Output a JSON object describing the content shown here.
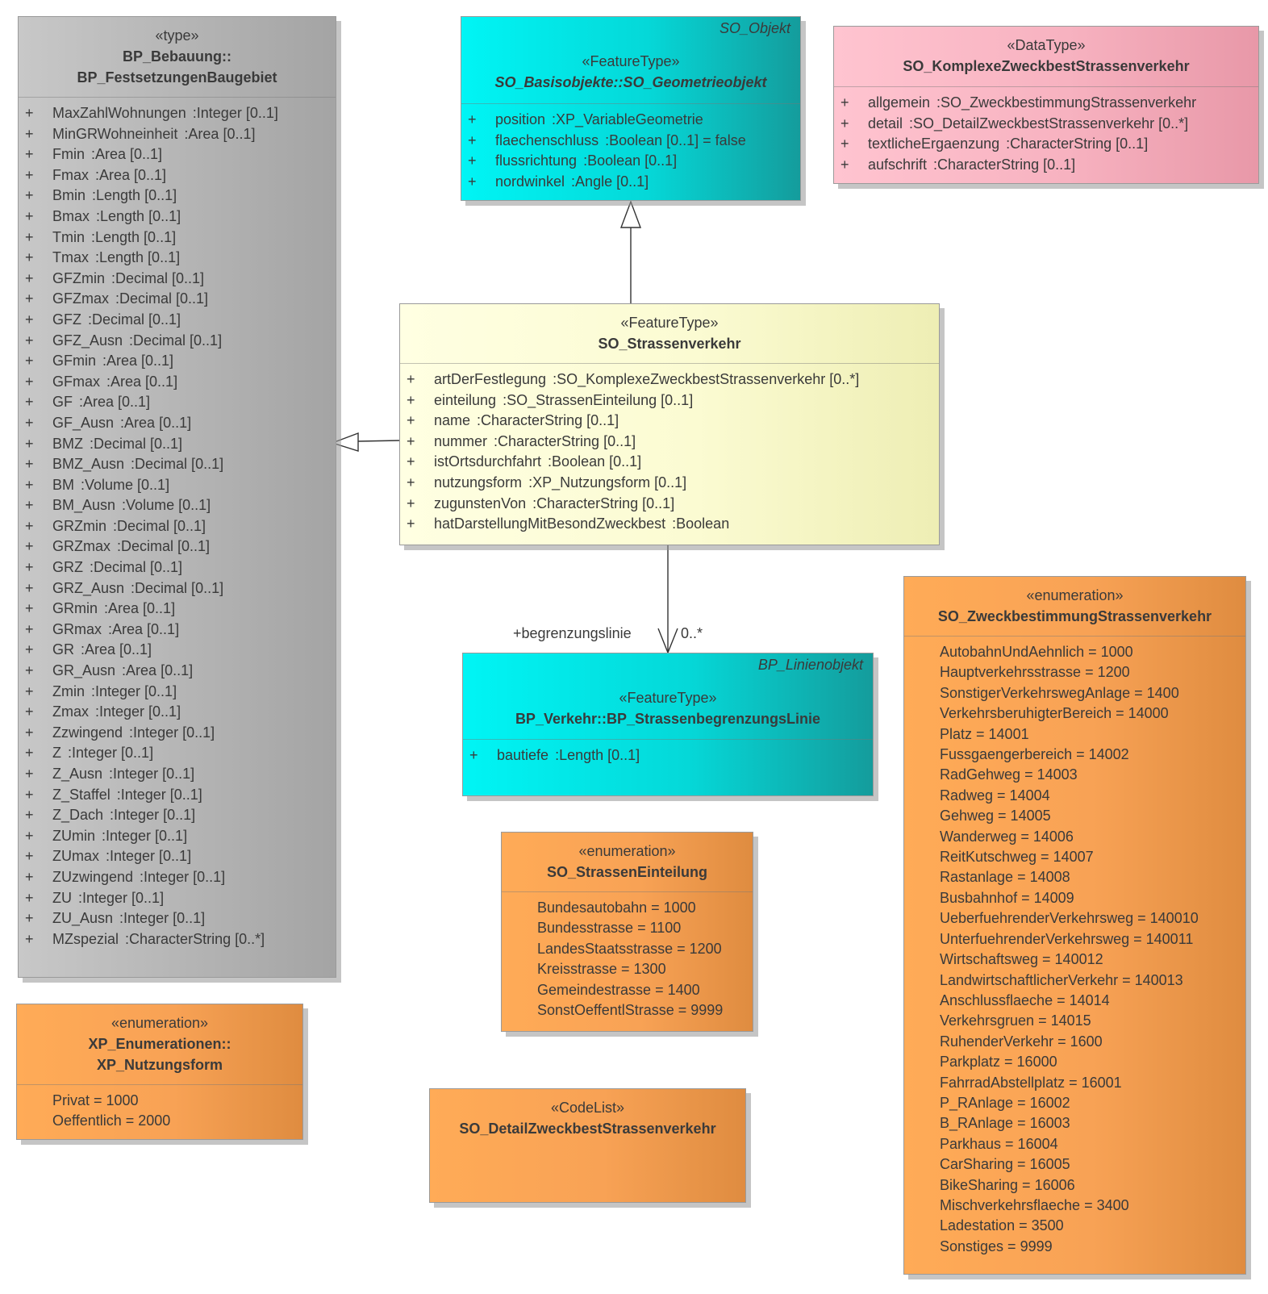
{
  "classes": {
    "bp_festsetzungen": {
      "stereotype": "«type»",
      "name_line1": "BP_Bebauung::",
      "name_line2": "BP_FestsetzungenBaugebiet",
      "attributes": [
        {
          "vis": "+",
          "name": "MaxZahlWohnungen",
          "type": ":Integer [0..1]"
        },
        {
          "vis": "+",
          "name": "MinGRWohneinheit",
          "type": ":Area [0..1]"
        },
        {
          "vis": "+",
          "name": "Fmin",
          "type": ":Area [0..1]"
        },
        {
          "vis": "+",
          "name": "Fmax",
          "type": ":Area [0..1]"
        },
        {
          "vis": "+",
          "name": "Bmin",
          "type": ":Length [0..1]"
        },
        {
          "vis": "+",
          "name": "Bmax",
          "type": ":Length [0..1]"
        },
        {
          "vis": "+",
          "name": "Tmin",
          "type": ":Length [0..1]"
        },
        {
          "vis": "+",
          "name": "Tmax",
          "type": ":Length [0..1]"
        },
        {
          "vis": "+",
          "name": "GFZmin",
          "type": ":Decimal [0..1]"
        },
        {
          "vis": "+",
          "name": "GFZmax",
          "type": ":Decimal [0..1]"
        },
        {
          "vis": "+",
          "name": "GFZ",
          "type": ":Decimal [0..1]"
        },
        {
          "vis": "+",
          "name": "GFZ_Ausn",
          "type": ":Decimal [0..1]"
        },
        {
          "vis": "+",
          "name": "GFmin",
          "type": ":Area [0..1]"
        },
        {
          "vis": "+",
          "name": "GFmax",
          "type": ":Area [0..1]"
        },
        {
          "vis": "+",
          "name": "GF",
          "type": ":Area [0..1]"
        },
        {
          "vis": "+",
          "name": "GF_Ausn",
          "type": ":Area [0..1]"
        },
        {
          "vis": "+",
          "name": "BMZ",
          "type": ":Decimal [0..1]"
        },
        {
          "vis": "+",
          "name": "BMZ_Ausn",
          "type": ":Decimal [0..1]"
        },
        {
          "vis": "+",
          "name": "BM",
          "type": ":Volume [0..1]"
        },
        {
          "vis": "+",
          "name": "BM_Ausn",
          "type": ":Volume [0..1]"
        },
        {
          "vis": "+",
          "name": "GRZmin",
          "type": ":Decimal [0..1]"
        },
        {
          "vis": "+",
          "name": "GRZmax",
          "type": ":Decimal [0..1]"
        },
        {
          "vis": "+",
          "name": "GRZ",
          "type": ":Decimal [0..1]"
        },
        {
          "vis": "+",
          "name": "GRZ_Ausn",
          "type": ":Decimal [0..1]"
        },
        {
          "vis": "+",
          "name": "GRmin",
          "type": ":Area [0..1]"
        },
        {
          "vis": "+",
          "name": "GRmax",
          "type": ":Area [0..1]"
        },
        {
          "vis": "+",
          "name": "GR",
          "type": ":Area [0..1]"
        },
        {
          "vis": "+",
          "name": "GR_Ausn",
          "type": ":Area [0..1]"
        },
        {
          "vis": "+",
          "name": "Zmin",
          "type": ":Integer [0..1]"
        },
        {
          "vis": "+",
          "name": "Zmax",
          "type": ":Integer [0..1]"
        },
        {
          "vis": "+",
          "name": "Zzwingend",
          "type": ":Integer [0..1]"
        },
        {
          "vis": "+",
          "name": "Z",
          "type": ":Integer [0..1]"
        },
        {
          "vis": "+",
          "name": "Z_Ausn",
          "type": ":Integer [0..1]"
        },
        {
          "vis": "+",
          "name": "Z_Staffel",
          "type": ":Integer [0..1]"
        },
        {
          "vis": "+",
          "name": "Z_Dach",
          "type": ":Integer [0..1]"
        },
        {
          "vis": "+",
          "name": "ZUmin",
          "type": ":Integer [0..1]"
        },
        {
          "vis": "+",
          "name": "ZUmax",
          "type": ":Integer [0..1]"
        },
        {
          "vis": "+",
          "name": "ZUzwingend",
          "type": ":Integer [0..1]"
        },
        {
          "vis": "+",
          "name": "ZU",
          "type": ":Integer [0..1]"
        },
        {
          "vis": "+",
          "name": "ZU_Ausn",
          "type": ":Integer [0..1]"
        },
        {
          "vis": "+",
          "name": "MZspezial",
          "type": ":CharacterString [0..*]"
        }
      ]
    },
    "so_geometrieobjekt": {
      "package": "SO_Objekt",
      "stereotype": "«FeatureType»",
      "name": "SO_Basisobjekte::SO_Geometrieobjekt",
      "attributes": [
        {
          "vis": "+",
          "name": "position",
          "type": ":XP_VariableGeometrie"
        },
        {
          "vis": "+",
          "name": "flaechenschluss",
          "type": ":Boolean [0..1] = false"
        },
        {
          "vis": "+",
          "name": "flussrichtung",
          "type": ":Boolean [0..1]"
        },
        {
          "vis": "+",
          "name": "nordwinkel",
          "type": ":Angle [0..1]"
        }
      ]
    },
    "so_komplexe": {
      "stereotype": "«DataType»",
      "name": "SO_KomplexeZweckbestStrassenverkehr",
      "attributes": [
        {
          "vis": "+",
          "name": "allgemein",
          "type": ":SO_ZweckbestimmungStrassenverkehr"
        },
        {
          "vis": "+",
          "name": "detail",
          "type": ":SO_DetailZweckbestStrassenverkehr [0..*]"
        },
        {
          "vis": "+",
          "name": "textlicheErgaenzung",
          "type": ":CharacterString [0..1]"
        },
        {
          "vis": "+",
          "name": "aufschrift",
          "type": ":CharacterString [0..1]"
        }
      ]
    },
    "so_strassenverkehr": {
      "stereotype": "«FeatureType»",
      "name": "SO_Strassenverkehr",
      "attributes": [
        {
          "vis": "+",
          "name": "artDerFestlegung",
          "type": ":SO_KomplexeZweckbestStrassenverkehr [0..*]"
        },
        {
          "vis": "+",
          "name": "einteilung",
          "type": ":SO_StrassenEinteilung [0..1]"
        },
        {
          "vis": "+",
          "name": "name",
          "type": ":CharacterString [0..1]"
        },
        {
          "vis": "+",
          "name": "nummer",
          "type": ":CharacterString [0..1]"
        },
        {
          "vis": "+",
          "name": "istOrtsdurchfahrt",
          "type": ":Boolean [0..1]"
        },
        {
          "vis": "+",
          "name": "nutzungsform",
          "type": ":XP_Nutzungsform [0..1]"
        },
        {
          "vis": "+",
          "name": "zugunstenVon",
          "type": ":CharacterString [0..1]"
        },
        {
          "vis": "+",
          "name": "hatDarstellungMitBesondZweckbest",
          "type": ":Boolean"
        }
      ]
    },
    "bp_strassenbegrenzung": {
      "package": "BP_Linienobjekt",
      "stereotype": "«FeatureType»",
      "name": "BP_Verkehr::BP_StrassenbegrenzungsLinie",
      "attributes": [
        {
          "vis": "+",
          "name": "bautiefe",
          "type": ":Length [0..1]"
        }
      ]
    },
    "so_strasseneinteilung": {
      "stereotype": "«enumeration»",
      "name": "SO_StrassenEinteilung",
      "literals": [
        "Bundesautobahn = 1000",
        "Bundesstrasse = 1100",
        "LandesStaatsstrasse = 1200",
        "Kreisstrasse = 1300",
        "Gemeindestrasse = 1400",
        "SonstOeffentlStrasse = 9999"
      ]
    },
    "xp_nutzungsform": {
      "stereotype": "«enumeration»",
      "name_line1": "XP_Enumerationen::",
      "name_line2": "XP_Nutzungsform",
      "literals": [
        "Privat = 1000",
        "Oeffentlich = 2000"
      ]
    },
    "so_detail": {
      "stereotype": "«CodeList»",
      "name": "SO_DetailZweckbestStrassenverkehr"
    },
    "so_zweckbestimmung": {
      "stereotype": "«enumeration»",
      "name": "SO_ZweckbestimmungStrassenverkehr",
      "literals": [
        "AutobahnUndAehnlich = 1000",
        "Hauptverkehrsstrasse = 1200",
        "SonstigerVerkehrswegAnlage = 1400",
        "VerkehrsberuhigterBereich = 14000",
        "Platz = 14001",
        "Fussgaengerbereich = 14002",
        "RadGehweg = 14003",
        "Radweg = 14004",
        "Gehweg = 14005",
        "Wanderweg = 14006",
        "ReitKutschweg = 14007",
        "Rastanlage = 14008",
        "Busbahnhof = 14009",
        "UeberfuehrenderVerkehrsweg = 140010",
        "UnterfuehrenderVerkehrsweg = 140011",
        "Wirtschaftsweg = 140012",
        "LandwirtschaftlicherVerkehr = 140013",
        "Anschlussflaeche = 14014",
        "Verkehrsgruen = 14015",
        "RuhenderVerkehr = 1600",
        "Parkplatz = 16000",
        "FahrradAbstellplatz = 16001",
        "P_RAnlage = 16002",
        "B_RAnlage = 16003",
        "Parkhaus = 16004",
        "CarSharing = 16005",
        "BikeSharing = 16006",
        "Mischverkehrsflaeche = 3400",
        "Ladestation = 3500",
        "Sonstiges = 9999"
      ]
    }
  },
  "association": {
    "role": "+begrenzungslinie",
    "multiplicity": "0..*"
  }
}
